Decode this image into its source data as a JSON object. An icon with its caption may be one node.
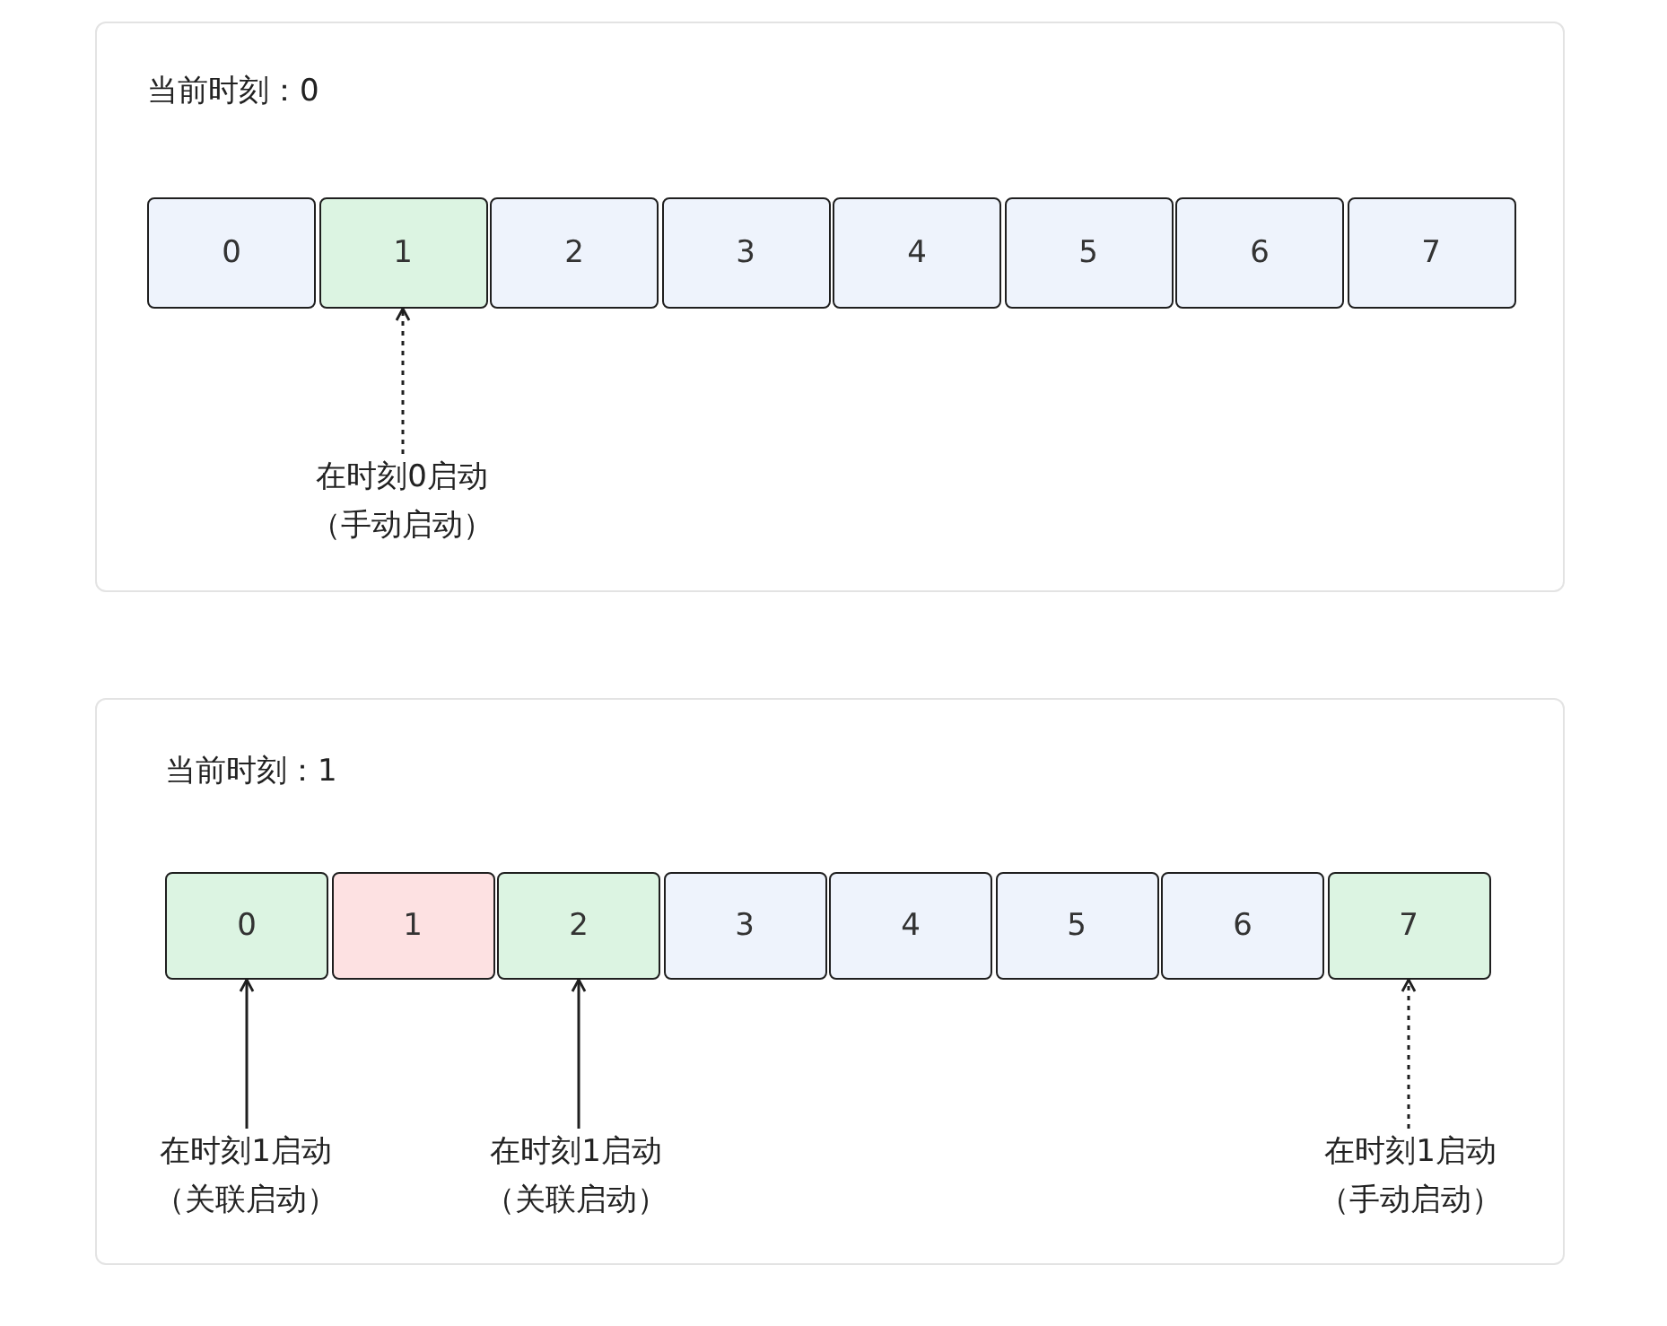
{
  "diagram": {
    "nodes": [
      {
        "text": [
          "当前时刻：0"
        ]
      },
      {
        "text": [
          "0"
        ],
        "in": 0
      },
      {
        "text": [
          "1"
        ],
        "in": 0
      },
      {
        "text": [
          "2"
        ],
        "in": 0
      },
      {
        "text": [
          "3"
        ],
        "in": 0
      },
      {
        "text": [
          "4"
        ],
        "in": 0
      },
      {
        "text": [
          "5"
        ],
        "in": 0
      },
      {
        "text": [
          "6"
        ],
        "in": 0
      },
      {
        "text": [
          "7"
        ],
        "in": 0
      },
      {
        "text": [
          "在时刻0启动",
          "（手动启动）"
        ],
        "in": 0
      },
      {
        "text": [
          "当前时刻：1"
        ]
      },
      {
        "text": [
          "0"
        ],
        "in": 10
      },
      {
        "text": [
          "1"
        ],
        "in": 10
      },
      {
        "text": [
          "2"
        ],
        "in": 10
      },
      {
        "text": [
          "3"
        ],
        "in": 10
      },
      {
        "text": [
          "4"
        ],
        "in": 10
      },
      {
        "text": [
          "5"
        ],
        "in": 10
      },
      {
        "text": [
          "6"
        ],
        "in": 10
      },
      {
        "text": [
          "7"
        ],
        "in": 10
      },
      {
        "text": [
          "在时刻1启动",
          "（关联启动）"
        ],
        "in": 10
      },
      {
        "text": [
          "在时刻1启动",
          "（关联启动）"
        ],
        "in": 10
      },
      {
        "text": [
          "在时刻1启动",
          "（手动启动）"
        ],
        "in": 10
      }
    ],
    "edges": [
      {
        "from": 9,
        "to": 2,
        "arrow": "to",
        "style": "dashed"
      },
      {
        "from": 19,
        "to": 11,
        "arrow": "to"
      },
      {
        "from": 20,
        "to": 13,
        "arrow": "to"
      },
      {
        "from": 21,
        "to": 18,
        "arrow": "to",
        "style": "dashed"
      }
    ]
  }
}
